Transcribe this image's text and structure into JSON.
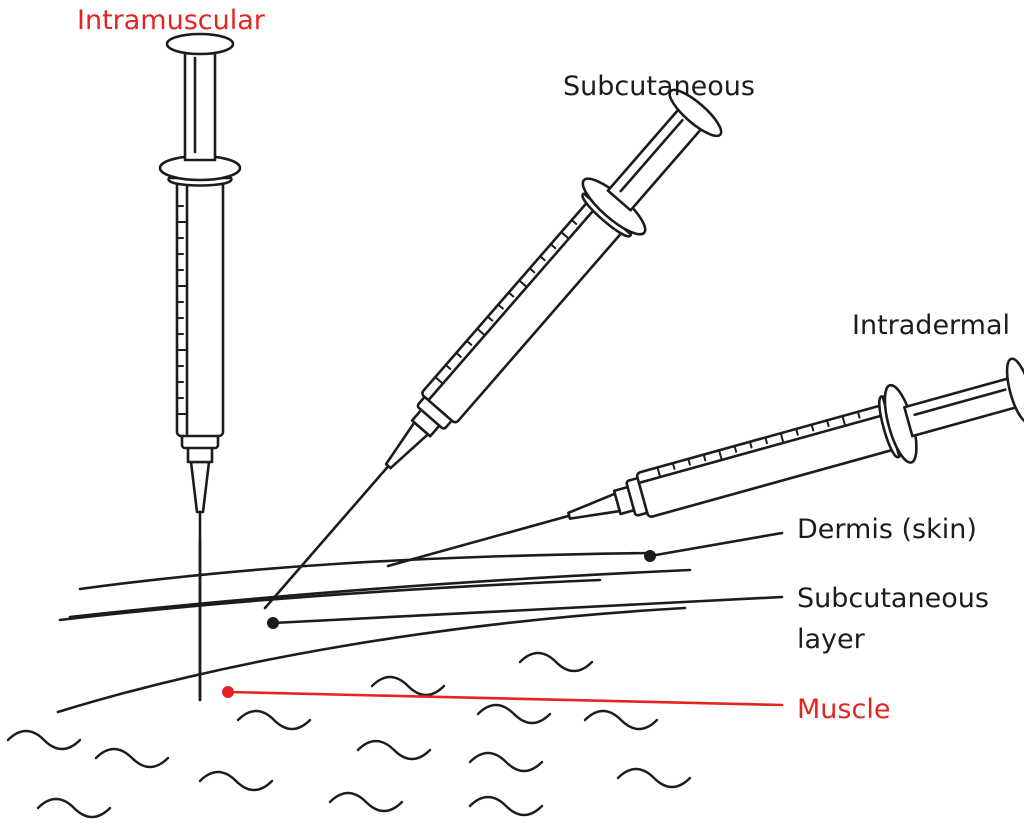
{
  "labels": {
    "intramuscular": "Intramuscular",
    "subcutaneous": "Subcutaneous",
    "intradermal": "Intradermal",
    "dermis": "Dermis (skin)",
    "subcutaneous_layer_1": "Subcutaneous",
    "subcutaneous_layer_2": "layer",
    "muscle": "Muscle"
  },
  "colors": {
    "ink": "#1c1c1c",
    "highlight": "#e52421"
  }
}
